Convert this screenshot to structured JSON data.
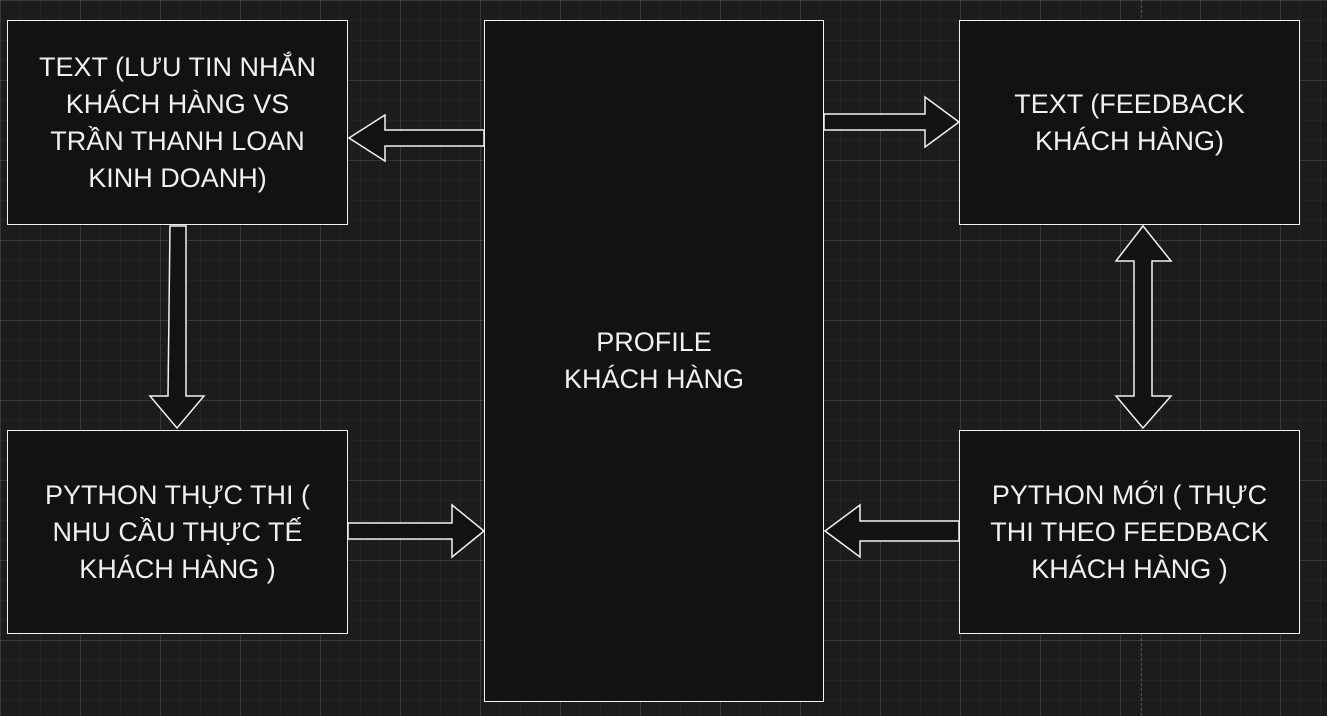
{
  "diagram": {
    "nodes": {
      "text_messages": {
        "lines": [
          "TEXT (LƯU TIN NHẮN",
          "KHÁCH HÀNG VS",
          "TRẦN THANH LOAN",
          "KINH DOANH)"
        ]
      },
      "python_exec": {
        "lines": [
          "PYTHON THỰC THI (",
          "NHU CẦU THỰC TẾ",
          "KHÁCH HÀNG )"
        ]
      },
      "profile": {
        "lines": [
          "PROFILE",
          "KHÁCH HÀNG"
        ]
      },
      "text_feedback": {
        "lines": [
          "TEXT (FEEDBACK",
          "KHÁCH HÀNG)"
        ]
      },
      "python_new": {
        "lines": [
          "PYTHON MỚI ( THỰC",
          "THI THEO FEEDBACK",
          "KHÁCH HÀNG )"
        ]
      }
    },
    "edges": [
      {
        "from": "profile",
        "to": "text_messages",
        "style": "block-arrow"
      },
      {
        "from": "profile",
        "to": "text_feedback",
        "style": "block-arrow"
      },
      {
        "from": "text_messages",
        "to": "python_exec",
        "style": "block-arrow"
      },
      {
        "from": "python_exec",
        "to": "profile",
        "style": "block-arrow"
      },
      {
        "from": "python_new",
        "to": "profile",
        "style": "block-arrow"
      },
      {
        "from": "text_feedback",
        "to": "python_new",
        "style": "double-block-arrow"
      }
    ],
    "colors": {
      "background": "#1c1c1c",
      "node_fill": "#121212",
      "stroke": "#f2f2f2",
      "text": "#f0f0f0"
    }
  }
}
